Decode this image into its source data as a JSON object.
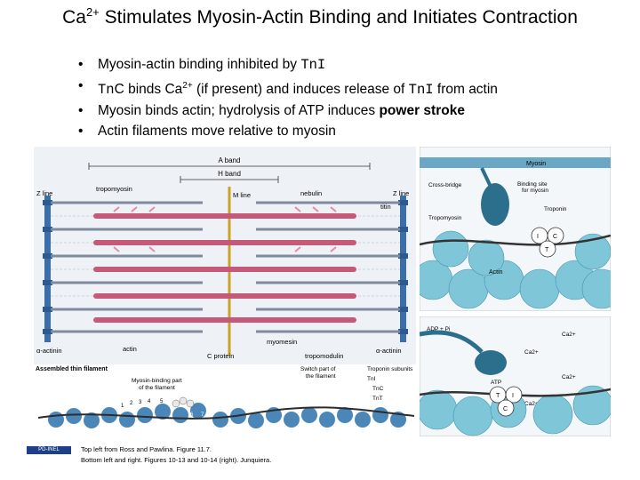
{
  "title": {
    "prefix": "Ca",
    "superscript": "2+",
    "rest": " Stimulates Myosin-Actin Binding and Initiates Contraction"
  },
  "bullets": [
    {
      "a": "Myosin-actin binding inhibited by ",
      "b": "TnI"
    },
    {
      "a": "Tn",
      "b": "C binds Ca",
      "sup": "2+",
      "c": " (if present) and induces release of ",
      "d": "TnI",
      "e": " from actin"
    },
    {
      "a": "Myosin binds actin; hydrolysis of ATP induces ",
      "bold": "power stroke"
    },
    {
      "a": "Actin filaments move relative to myosin"
    }
  ],
  "figure_left": {
    "labels": {
      "a_band": "A band",
      "h_band": "H band",
      "m_line": "M line",
      "z_line_left": "Z line",
      "z_line_right": "Z line",
      "tropomyosin": "tropomyosin",
      "nebulin": "nebulin",
      "titin": "titin",
      "actin": "actin",
      "alpha_actinin_left": "α-actinin",
      "alpha_actinin_right": "α-actinin",
      "c_protein": "C protein",
      "myomesin": "myomesin",
      "tropomodulin": "tropomodulin"
    }
  },
  "figure_bottom_left": {
    "labels": {
      "assembled": "Assembled thin filament",
      "myosin_binding": "Myosin-binding part",
      "of_filament": "of the filament",
      "switch": "Switch part of",
      "the_filament": "the filament",
      "troponin_subunits": "Troponin subunits",
      "tni": "TnI",
      "tnc": "TnC",
      "tnt": "TnT",
      "n1": "1",
      "n2": "2",
      "n3": "3",
      "n4": "4",
      "n5": "5",
      "n6": "6",
      "n7": "7"
    }
  },
  "figure_top_right": {
    "labels": {
      "myosin": "Myosin",
      "cross_bridge": "Cross-bridge",
      "binding_site": "Binding site",
      "for_myosin": "for myosin",
      "troponin": "Troponin",
      "tropomyosin": "Tropomyosin",
      "actin": "Actin",
      "t": "T",
      "i": "I",
      "c": "C"
    }
  },
  "figure_bottom_right": {
    "labels": {
      "adp_pi": "ADP + Pi",
      "ca1": "Ca2+",
      "ca2": "Ca2+",
      "ca3": "Ca2+",
      "ca4": "Ca2+",
      "atp": "ATP",
      "t": "T",
      "i": "I",
      "c": "C"
    }
  },
  "license": "PD-INEL",
  "credits": [
    "Top left from Ross and Pawlina. Figure 11.7.",
    "Bottom left and right. Figures 10-13 and 10-14 (right). Junquiera."
  ],
  "colors": {
    "thick_filament": "#c45a78",
    "thin_filament": "#7f8a9e",
    "z_line": "#3a6ea8",
    "actin_ball": "#7fc6d9",
    "myosin_head": "#2b6f8c",
    "troponin": "#ffffff"
  }
}
